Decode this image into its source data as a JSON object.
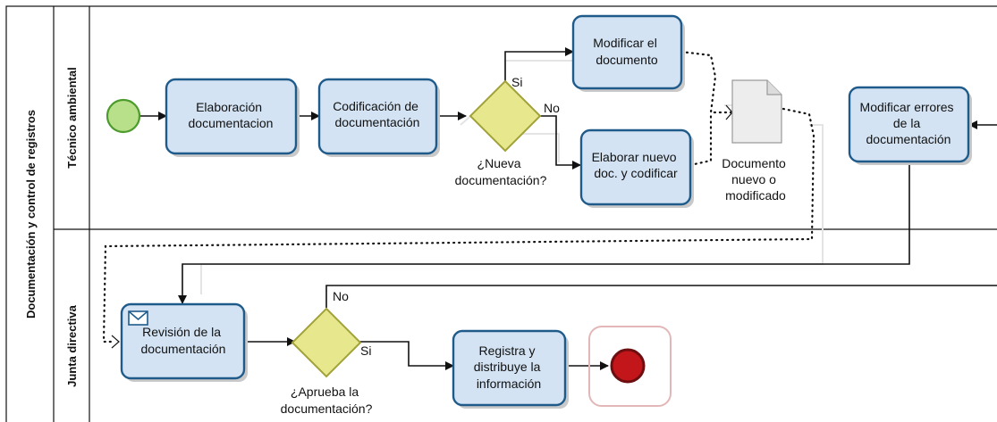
{
  "pool": {
    "label": "Documentación y control de registros"
  },
  "lanes": [
    {
      "label": "Técnico ambiental"
    },
    {
      "label": "Junta directiva"
    }
  ],
  "tasks": {
    "elaboracion": [
      "Elaboración",
      "documentacion"
    ],
    "codificacion": [
      "Codificación de",
      "documentación"
    ],
    "modificar": [
      "Modificar el",
      "documento"
    ],
    "elaborar_nuevo": [
      "Elaborar  nuevo",
      "doc. y codificar"
    ],
    "modificar_errores": [
      "Modificar errores",
      "de la",
      "documentación"
    ],
    "revision": [
      "Revisión de la",
      "documentación"
    ],
    "registra": [
      "Registra y",
      "distribuye la",
      "información"
    ]
  },
  "gateways": {
    "nueva": [
      "¿Nueva",
      "documentación?"
    ],
    "aprueba": [
      "¿Aprueba la",
      "documentación?"
    ]
  },
  "flow_labels": {
    "nueva_si": "Si",
    "nueva_no": "No",
    "aprueba_no": "No",
    "aprueba_si": "Si"
  },
  "data_object": {
    "label": [
      "Documento",
      "nuevo o",
      "modificado"
    ]
  },
  "colors": {
    "task_fill": "#d3e3f3",
    "task_border": "#1f5b8a",
    "gateway_fill": "#e7e78e",
    "start_fill": "#b8e08a",
    "start_border": "#4c9b2c",
    "end_fill": "#c3161b",
    "end_border": "#6d0e10"
  }
}
